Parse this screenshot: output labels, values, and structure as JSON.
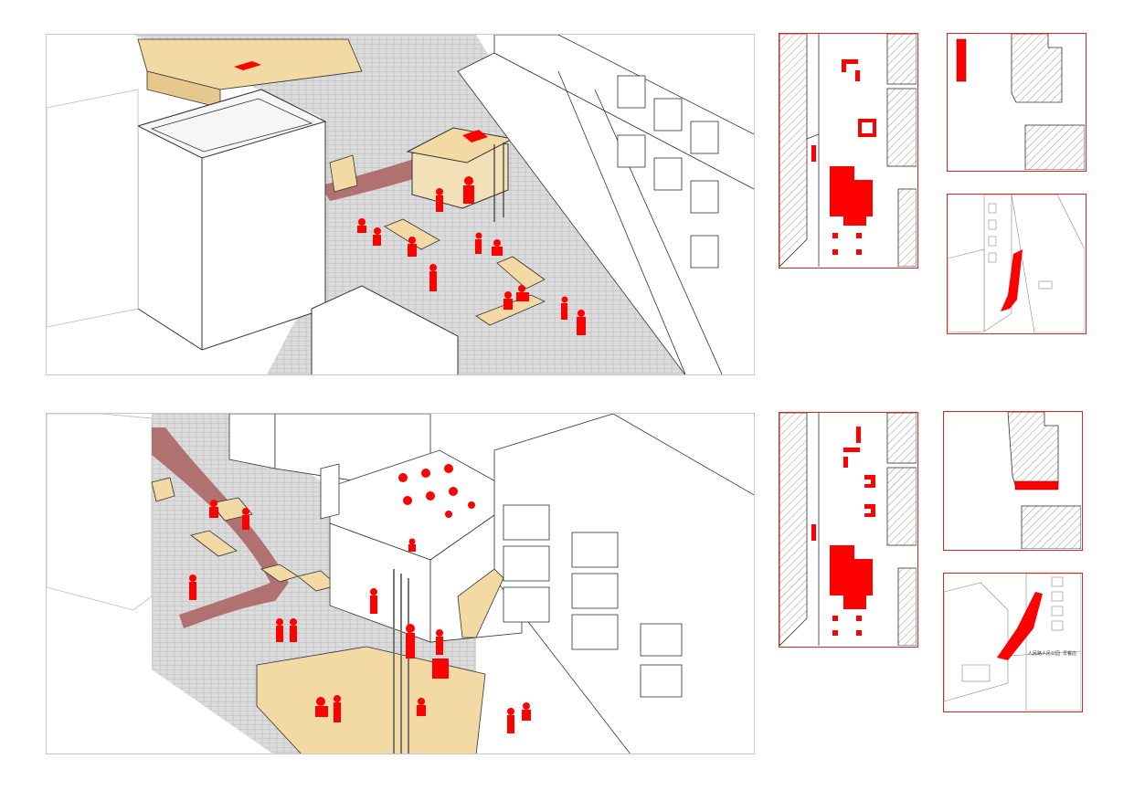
{
  "figure": {
    "accent_color": "#ff0000",
    "paving_color": "#d9d9d9",
    "platform_color": "#f3d9a4",
    "path_color": "#a95f5f",
    "hatch_color": "#555555"
  },
  "scenes": [
    {
      "id": "scene-1",
      "view": "axonometric",
      "elements": [
        "white-block-building",
        "pavilion-kiosk",
        "wood-bench-platforms",
        "red-path",
        "people-silhouettes",
        "terraced-housing"
      ],
      "plans": [
        "site-plan-with-kiosk",
        "building-facade-detail-plan",
        "ramp-axonometric-thumbnail"
      ]
    },
    {
      "id": "scene-2",
      "view": "axonometric",
      "elements": [
        "rooftop-seating-area",
        "exterior-staircase",
        "wood-bench-platforms",
        "red-path",
        "people-silhouettes",
        "slab-housing"
      ],
      "plans": [
        "site-plan-with-rooftop",
        "facade-detail-plan",
        "ramp-axonometric-thumbnail"
      ],
      "signage_text": [
        "人民路人民公园",
        "早餐店"
      ]
    }
  ]
}
